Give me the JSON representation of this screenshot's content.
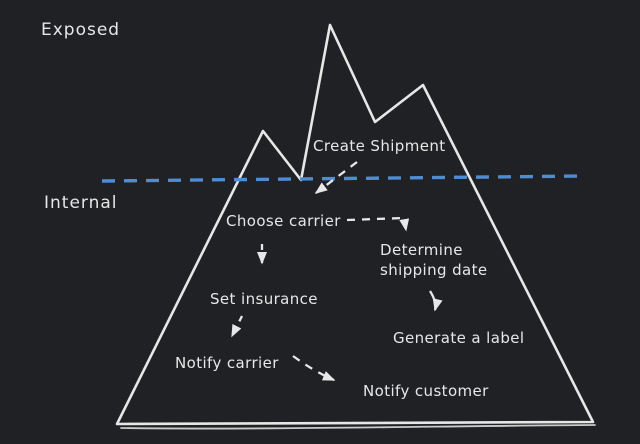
{
  "colors": {
    "background": "#202124",
    "ink": "#e7e7e7",
    "waterline": "#4f8dd3"
  },
  "zones": {
    "exposed": "Exposed",
    "internal": "Internal"
  },
  "steps": {
    "create_shipment": "Create Shipment",
    "choose_carrier": "Choose carrier",
    "determine_shipping_date": "Determine shipping date",
    "set_insurance": "Set insurance",
    "generate_label": "Generate a label",
    "notify_carrier": "Notify carrier",
    "notify_customer": "Notify customer"
  }
}
